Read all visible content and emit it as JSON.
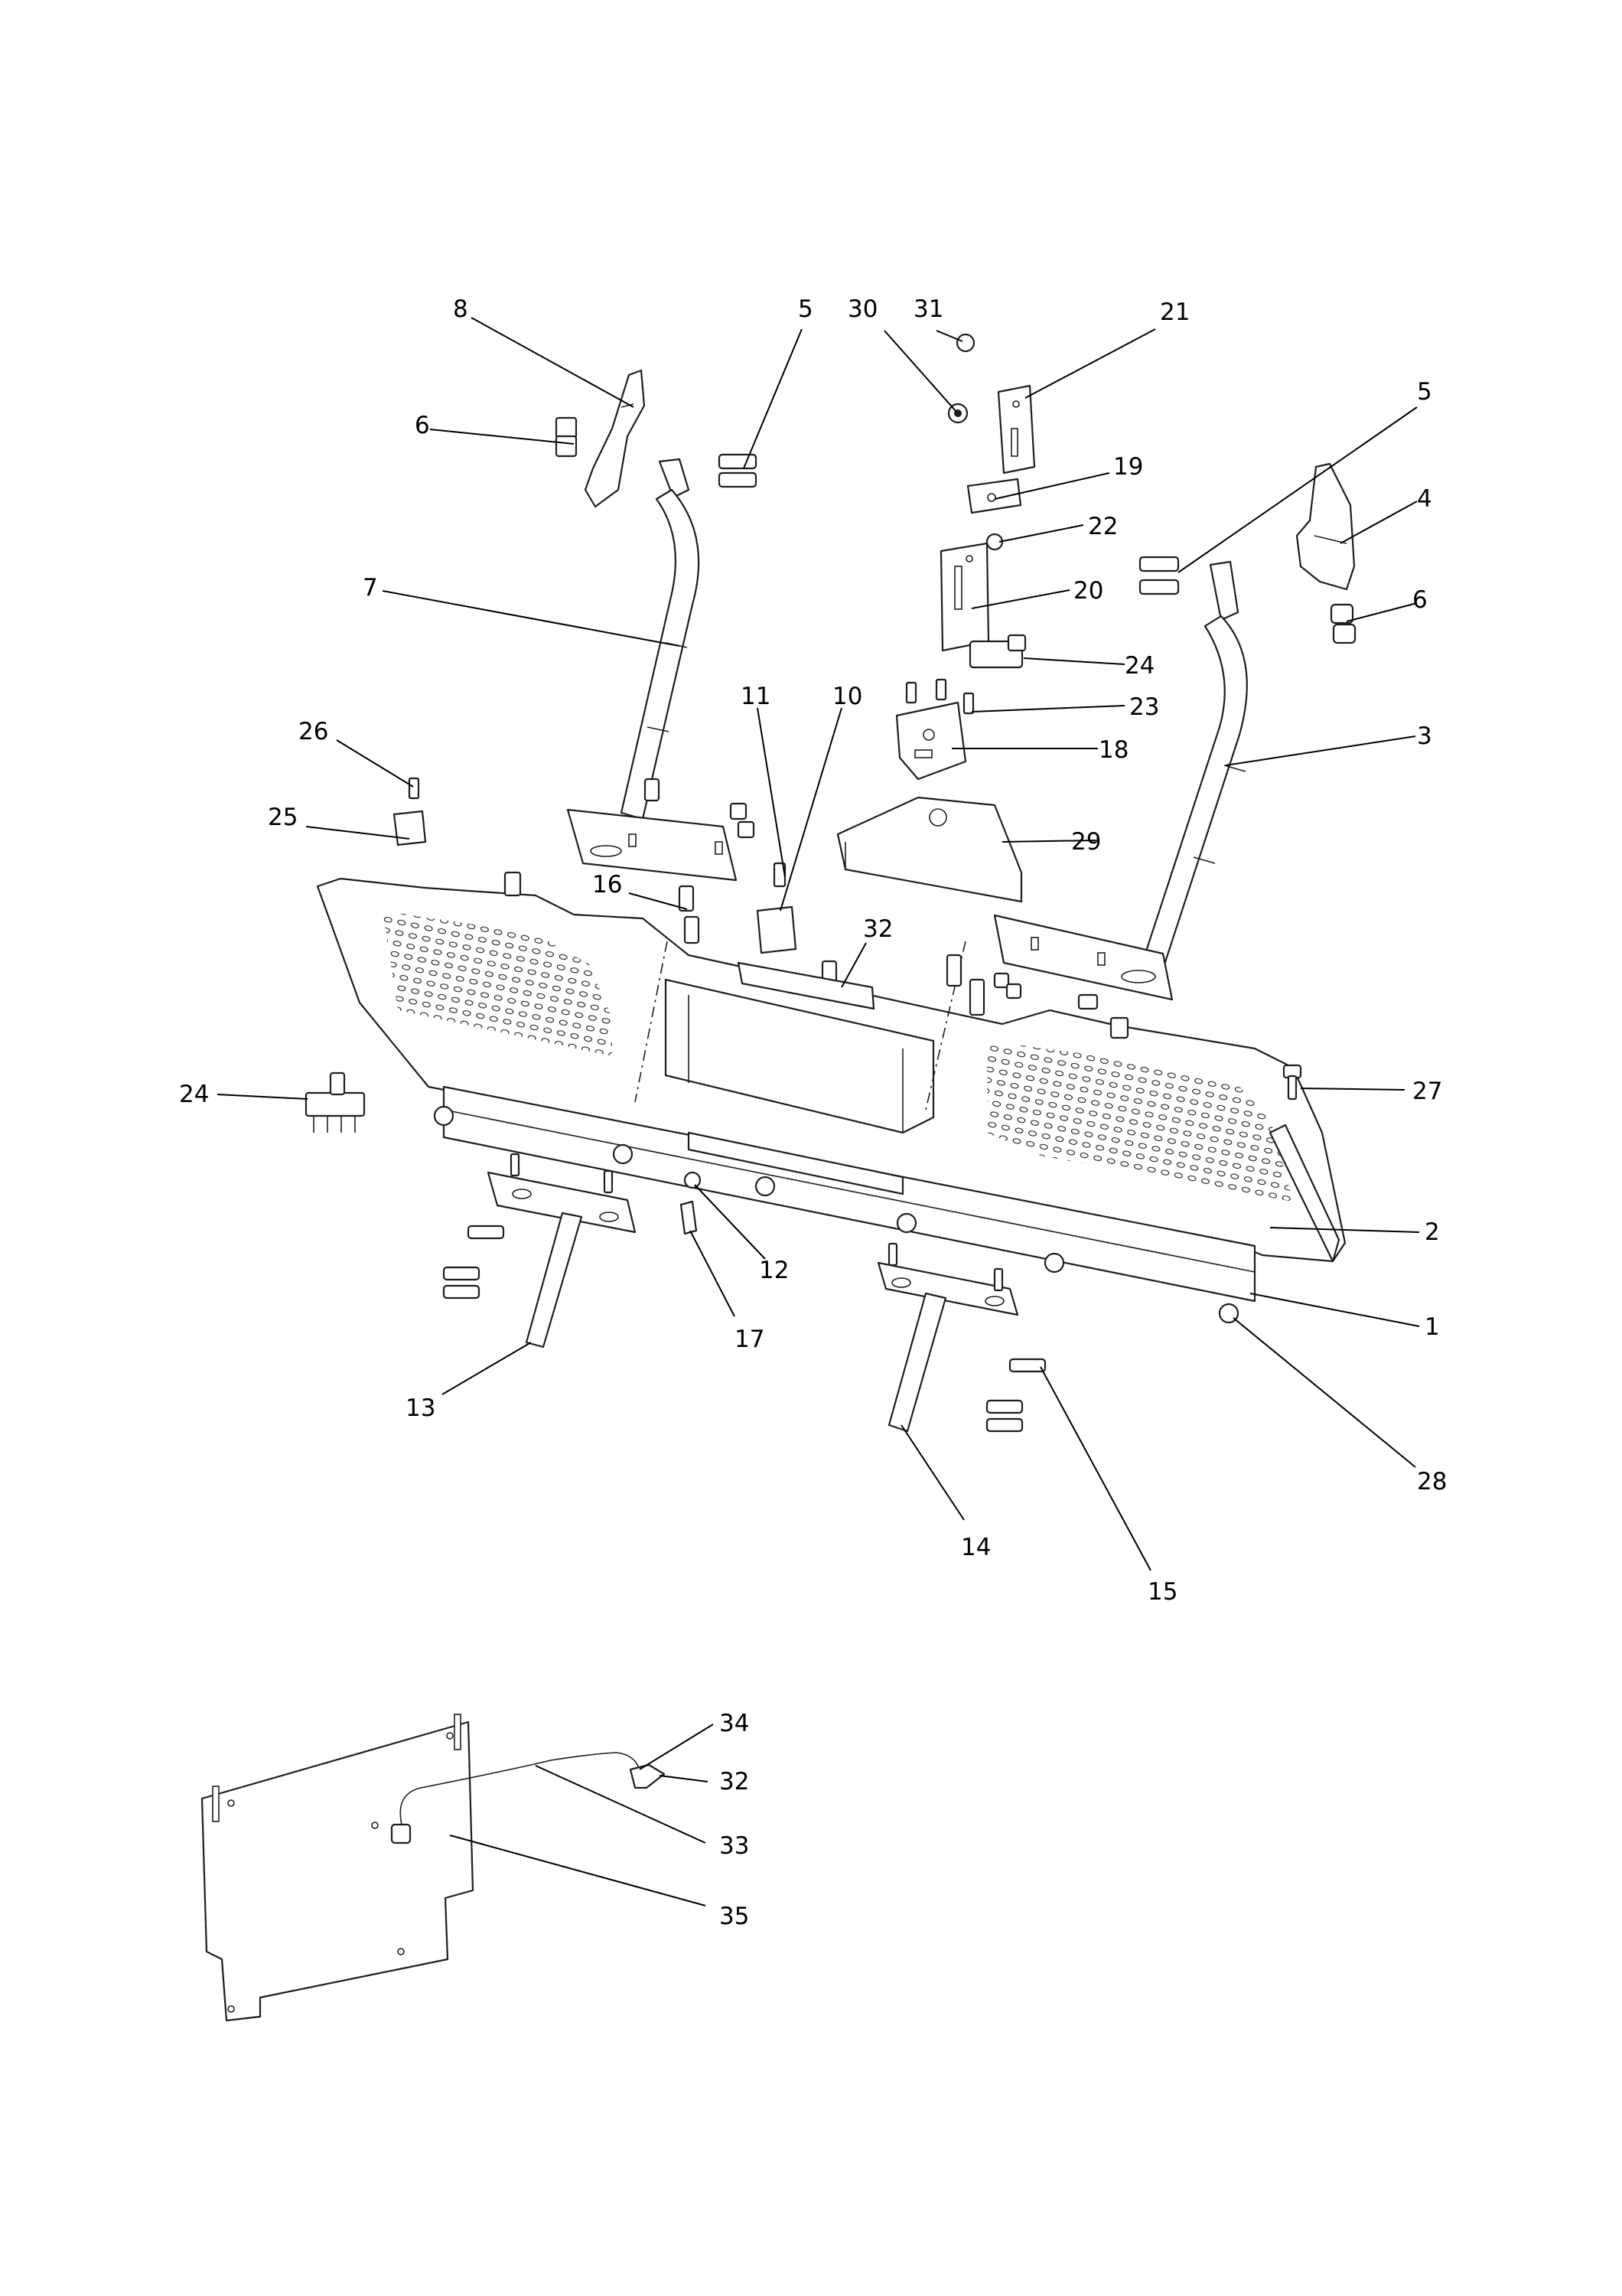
{
  "callouts": [
    {
      "id": "c8",
      "text": "8"
    },
    {
      "id": "c5a",
      "text": "5"
    },
    {
      "id": "c30",
      "text": "30"
    },
    {
      "id": "c31",
      "text": "31"
    },
    {
      "id": "c21",
      "text": "21"
    },
    {
      "id": "c5b",
      "text": "5"
    },
    {
      "id": "c6a",
      "text": "6"
    },
    {
      "id": "c19",
      "text": "19"
    },
    {
      "id": "c4",
      "text": "4"
    },
    {
      "id": "c22",
      "text": "22"
    },
    {
      "id": "c7",
      "text": "7"
    },
    {
      "id": "c20",
      "text": "20"
    },
    {
      "id": "c6b",
      "text": "6"
    },
    {
      "id": "c24a",
      "text": "24"
    },
    {
      "id": "c11",
      "text": "11"
    },
    {
      "id": "c10",
      "text": "10"
    },
    {
      "id": "c23",
      "text": "23"
    },
    {
      "id": "c26",
      "text": "26"
    },
    {
      "id": "c3",
      "text": "3"
    },
    {
      "id": "c18",
      "text": "18"
    },
    {
      "id": "c25",
      "text": "25"
    },
    {
      "id": "c29",
      "text": "29"
    },
    {
      "id": "c16",
      "text": "16"
    },
    {
      "id": "c32a",
      "text": "32"
    },
    {
      "id": "c24b",
      "text": "24"
    },
    {
      "id": "c27",
      "text": "27"
    },
    {
      "id": "c2",
      "text": "2"
    },
    {
      "id": "c12",
      "text": "12"
    },
    {
      "id": "c1",
      "text": "1"
    },
    {
      "id": "c17",
      "text": "17"
    },
    {
      "id": "c13",
      "text": "13"
    },
    {
      "id": "c28",
      "text": "28"
    },
    {
      "id": "c14",
      "text": "14"
    },
    {
      "id": "c15",
      "text": "15"
    },
    {
      "id": "c34",
      "text": "34"
    },
    {
      "id": "c32b",
      "text": "32"
    },
    {
      "id": "c33",
      "text": "33"
    },
    {
      "id": "c35",
      "text": "35"
    }
  ]
}
